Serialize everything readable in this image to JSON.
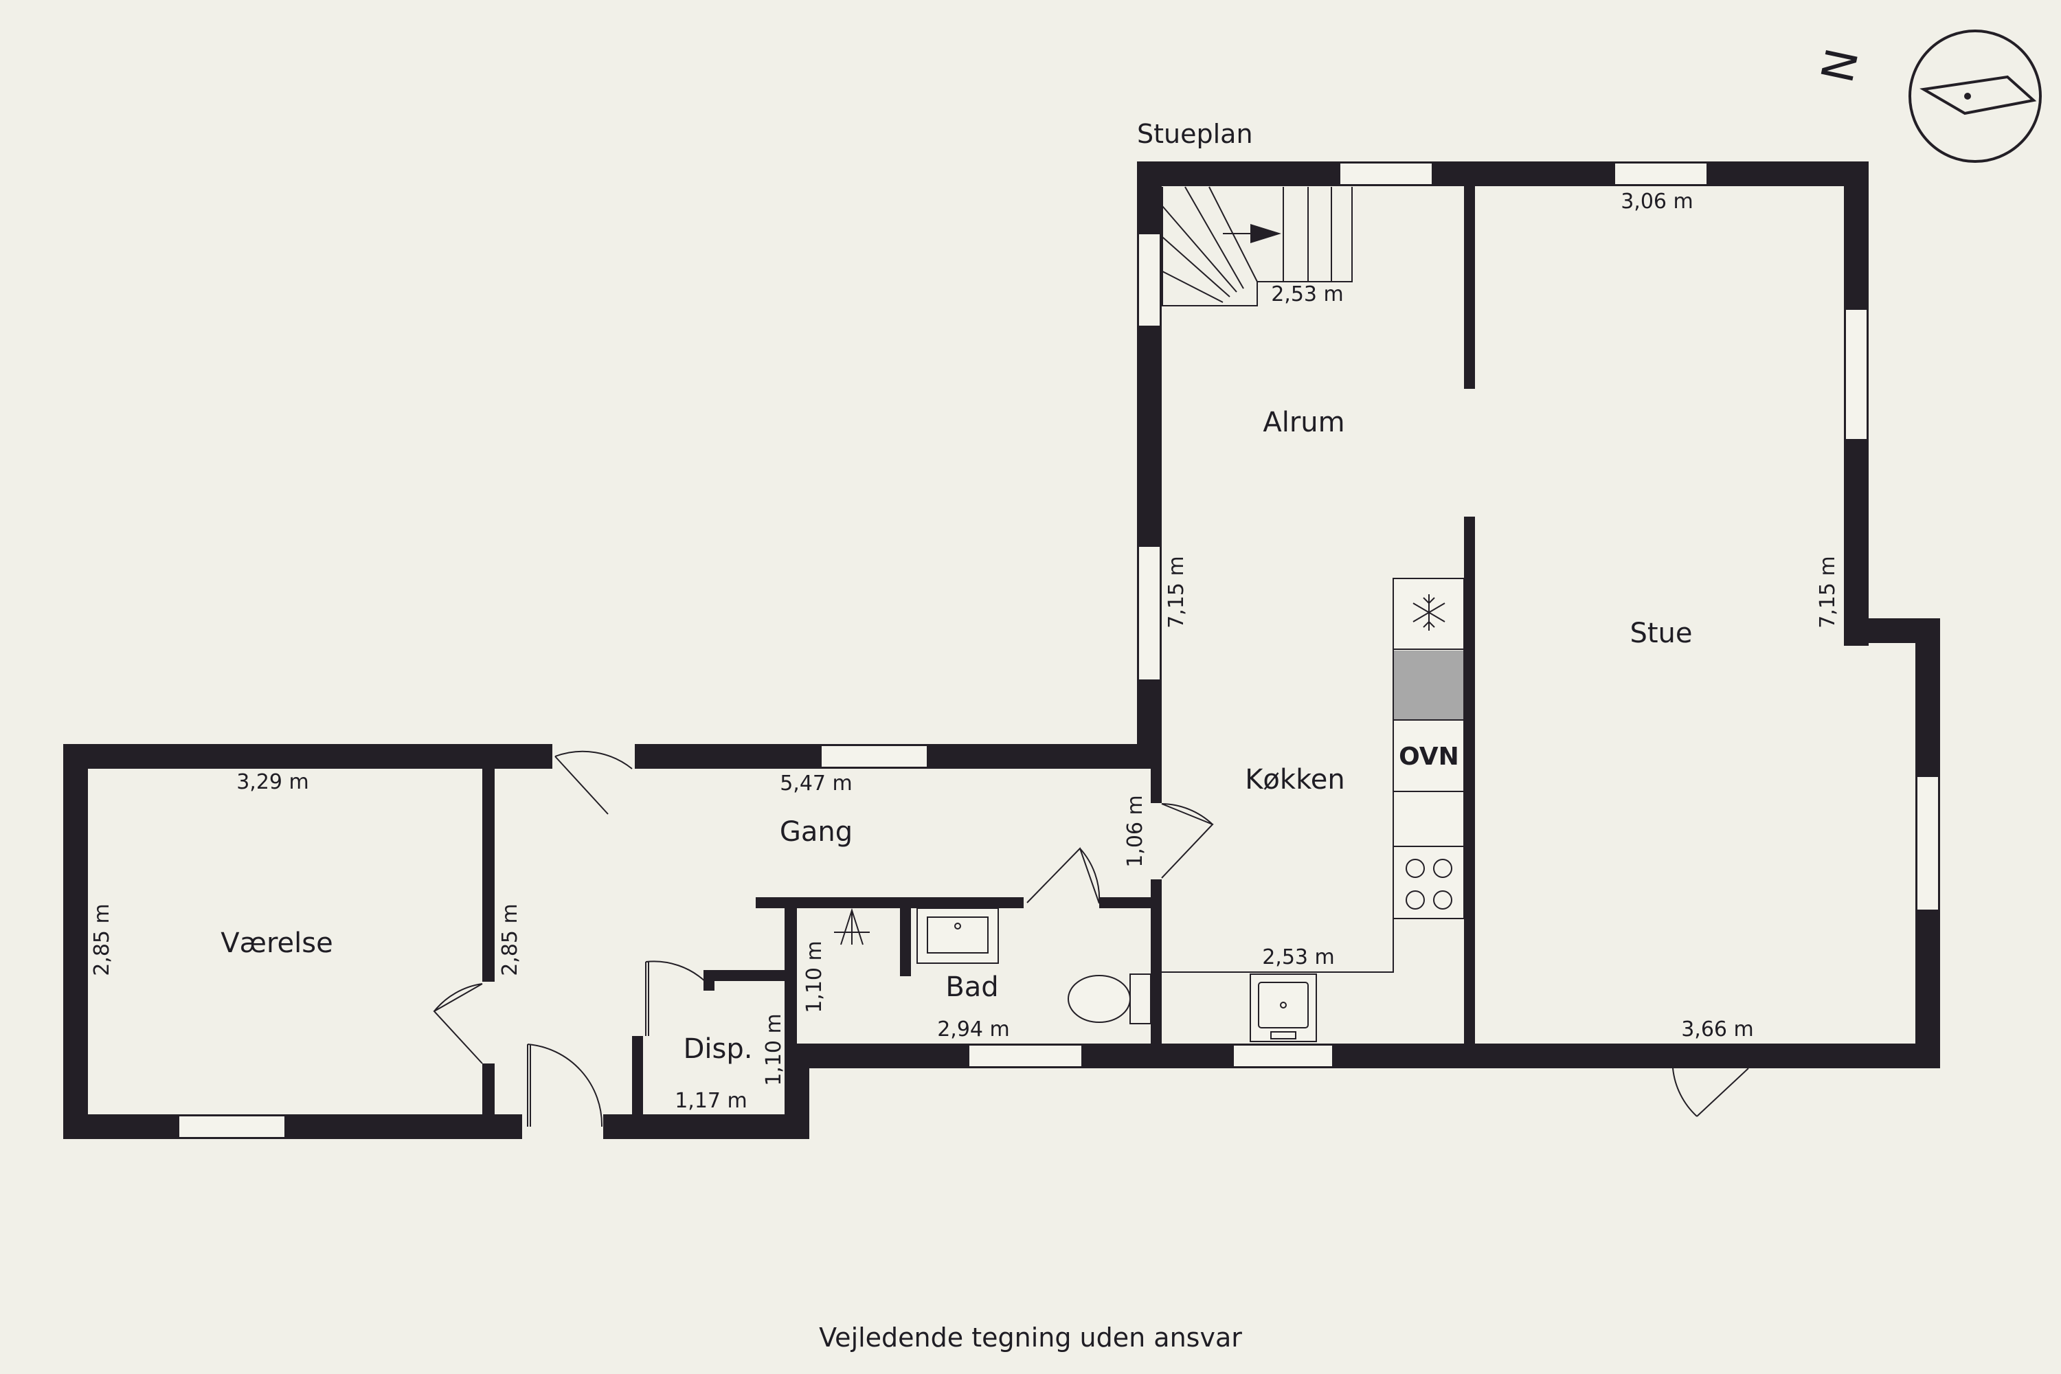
{
  "plan": {
    "title": "Stueplan",
    "footer": "Vejledende tegning uden ansvar",
    "compass_letter": "N"
  },
  "rooms": {
    "alrum": "Alrum",
    "stue": "Stue",
    "koekken": "Køkken",
    "gang": "Gang",
    "vaerelse": "Værelse",
    "bad": "Bad",
    "disp": "Disp."
  },
  "dimensions": {
    "stair_width": "2,53 m",
    "stue_width": "3,06 m",
    "alrum_height": "7,15 m",
    "stue_height": "7,15 m",
    "vaerelse_width": "3,29 m",
    "gang_width": "5,47 m",
    "gang_depth": "1,06 m",
    "vaerelse_height": "2,85 m",
    "gang_height": "2,85 m",
    "bad_depth": "1,10 m",
    "disp_depth": "1,10 m",
    "koekken_width": "2,53 m",
    "bad_width": "2,94 m",
    "stue_bottom_width": "3,66 m",
    "disp_width": "1,17 m"
  },
  "appliances": {
    "oven": "OVN"
  },
  "colors": {
    "background": "#f1f0e8",
    "wall": "#231f26",
    "dishwasher_fill": "#a8a8a8"
  }
}
